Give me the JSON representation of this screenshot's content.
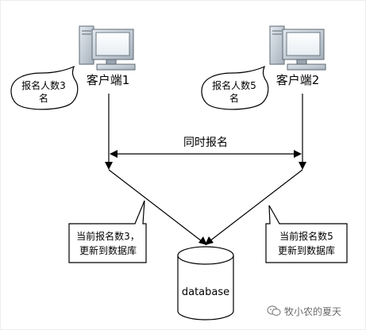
{
  "diagram": {
    "client1": {
      "label": "客户端1",
      "bubble_line1": "报名人数3",
      "bubble_line2": "名"
    },
    "client2": {
      "label": "客户端2",
      "bubble_line1": "报名人数5",
      "bubble_line2": "名"
    },
    "sync_label": "同时报名",
    "note_left": {
      "line1": "当前报名数3，",
      "line2": "更新到数据库"
    },
    "note_right": {
      "line1": "当前报名数5",
      "line2": "更新到数据库"
    },
    "database_label": "database"
  },
  "watermark": {
    "text": "牧小农的夏天",
    "icon": "wechat-icon"
  }
}
